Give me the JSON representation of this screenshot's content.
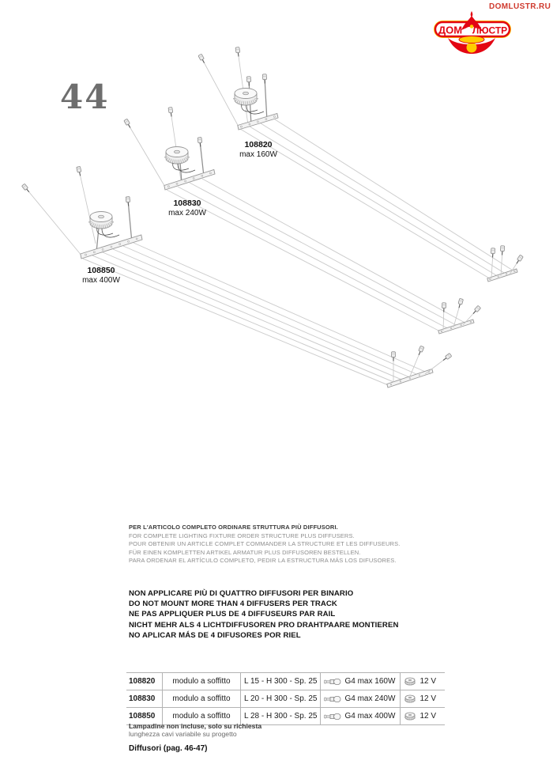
{
  "header": {
    "site_url": "DOMLUSTR.RU",
    "logo": {
      "word_left": "ДОМ",
      "word_right": "ЛЮСТР"
    },
    "page_number": "44"
  },
  "diagrams": [
    {
      "code": "108820",
      "power": "max 160W"
    },
    {
      "code": "108830",
      "power": "max 240W"
    },
    {
      "code": "108850",
      "power": "max 400W"
    }
  ],
  "ordering_note": {
    "lines": [
      "PER L'ARTICOLO COMPLETO ORDINARE STRUTTURA PIÙ DIFFUSORI.",
      "FOR COMPLETE LIGHTING FIXTURE ORDER STRUCTURE PLUS DIFFUSERS.",
      "POUR OBTENIR UN ARTICLE COMPLET COMMANDER LA STRUCTURE ET LES DIFFUSEURS.",
      "FÜR EINEN KOMPLETTEN ARTIKEL ARMATUR PLUS DIFFUSOREN BESTELLEN.",
      "PARA ORDENAR EL ARTÍCULO COMPLETO, PEDIR LA ESTRUCTURA MÁS LOS DIFUSORES."
    ]
  },
  "warning": {
    "lines": [
      "NON APPLICARE PIÙ DI QUATTRO DIFFUSORI PER BINARIO",
      "DO NOT MOUNT MORE THAN 4 DIFFUSERS PER TRACK",
      "NE PAS APPLIQUER PLUS DE 4 DIFFUSEURS PAR RAIL",
      "NICHT MEHR ALS 4 LICHTDIFFUSOREN PRO DRAHTPAARE MONTIEREN",
      "NO APLICAR MÁS DE 4 DIFUSORES POR RIEL"
    ]
  },
  "table": {
    "rows": [
      {
        "code": "108820",
        "type": "modulo a soffitto",
        "dimensions": "L 15 - H 300 - Sp. 25",
        "lamp": "G4 max 160W",
        "voltage": "12 V"
      },
      {
        "code": "108830",
        "type": "modulo a soffitto",
        "dimensions": "L 20 - H 300 - Sp. 25",
        "lamp": "G4 max 240W",
        "voltage": "12 V"
      },
      {
        "code": "108850",
        "type": "modulo a soffitto",
        "dimensions": "L 28 - H 300 - Sp. 25",
        "lamp": "G4 max 400W",
        "voltage": "12 V"
      }
    ]
  },
  "footnotes": {
    "note_bold": "Lampadine non incluse, solo su richiesta",
    "note_regular": "lunghezza cavi variabile su progetto",
    "diffusers_ref": "Diffusori (pag. 46-47)"
  },
  "colors": {
    "brand_red": "#e30613",
    "brand_yellow": "#ffcc00",
    "line_gray": "#c7c7c7"
  }
}
